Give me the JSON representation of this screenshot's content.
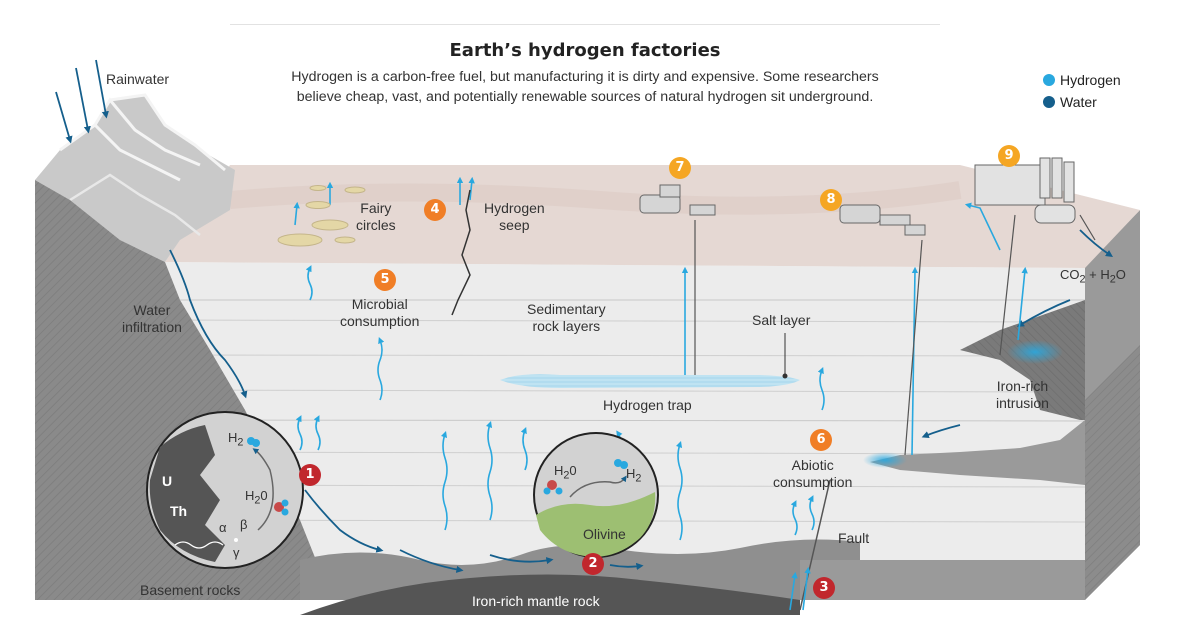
{
  "header": {
    "title": "Earth’s hydrogen factories",
    "subtitle_line1": "Hydrogen is a carbon-free fuel, but manufacturing it is dirty and expensive. Some researchers",
    "subtitle_line2": "believe cheap, vast, and potentially renewable sources of natural hydrogen sit underground."
  },
  "legend": {
    "items": [
      {
        "label": "Hydrogen",
        "color": "#29a8df"
      },
      {
        "label": "Water",
        "color": "#155f8c"
      }
    ]
  },
  "colors": {
    "hydrogen": "#29a8df",
    "water": "#155f8c",
    "badge_red": "#c1272d",
    "badge_orange": "#f07e26",
    "badge_yellow": "#f5a623"
  },
  "labels": {
    "rainwater": "Rainwater",
    "water_infiltration_1": "Water",
    "water_infiltration_2": "infiltration",
    "fairy_circles_1": "Fairy",
    "fairy_circles_2": "circles",
    "hydrogen_seep_1": "Hydrogen",
    "hydrogen_seep_2": "seep",
    "microbial_1": "Microbial",
    "microbial_2": "consumption",
    "sedimentary_1": "Sedimentary",
    "sedimentary_2": "rock layers",
    "salt_layer": "Salt layer",
    "hydrogen_trap": "Hydrogen trap",
    "abiotic_1": "Abiotic",
    "abiotic_2": "consumption",
    "fault": "Fault",
    "iron_intrusion_1": "Iron-rich",
    "iron_intrusion_2": "intrusion",
    "co2": "CO",
    "co2_sub": "2",
    "co2_plus": " + H",
    "co2_h_sub": "2",
    "co2_o": "O",
    "basement_rocks": "Basement rocks",
    "mantle_rock": "Iron-rich mantle rock",
    "olivine": "Olivine"
  },
  "circle1": {
    "u": "U",
    "th": "Th",
    "h2": "H",
    "h2_sub": "2",
    "h2o": "H",
    "h2o_sub": "2",
    "h2o_o": "0",
    "alpha": "α",
    "beta": "β",
    "gamma": "γ"
  },
  "circle2": {
    "h2o": "H",
    "h2o_sub": "2",
    "h2o_o": "0",
    "h2": "H",
    "h2_sub": "2"
  },
  "badges": [
    {
      "n": "1",
      "color": "#c1272d"
    },
    {
      "n": "2",
      "color": "#c1272d"
    },
    {
      "n": "3",
      "color": "#c1272d"
    },
    {
      "n": "4",
      "color": "#f07e26"
    },
    {
      "n": "5",
      "color": "#f07e26"
    },
    {
      "n": "6",
      "color": "#f07e26"
    },
    {
      "n": "7",
      "color": "#f5a623"
    },
    {
      "n": "8",
      "color": "#f5a623"
    },
    {
      "n": "9",
      "color": "#f5a623"
    }
  ]
}
